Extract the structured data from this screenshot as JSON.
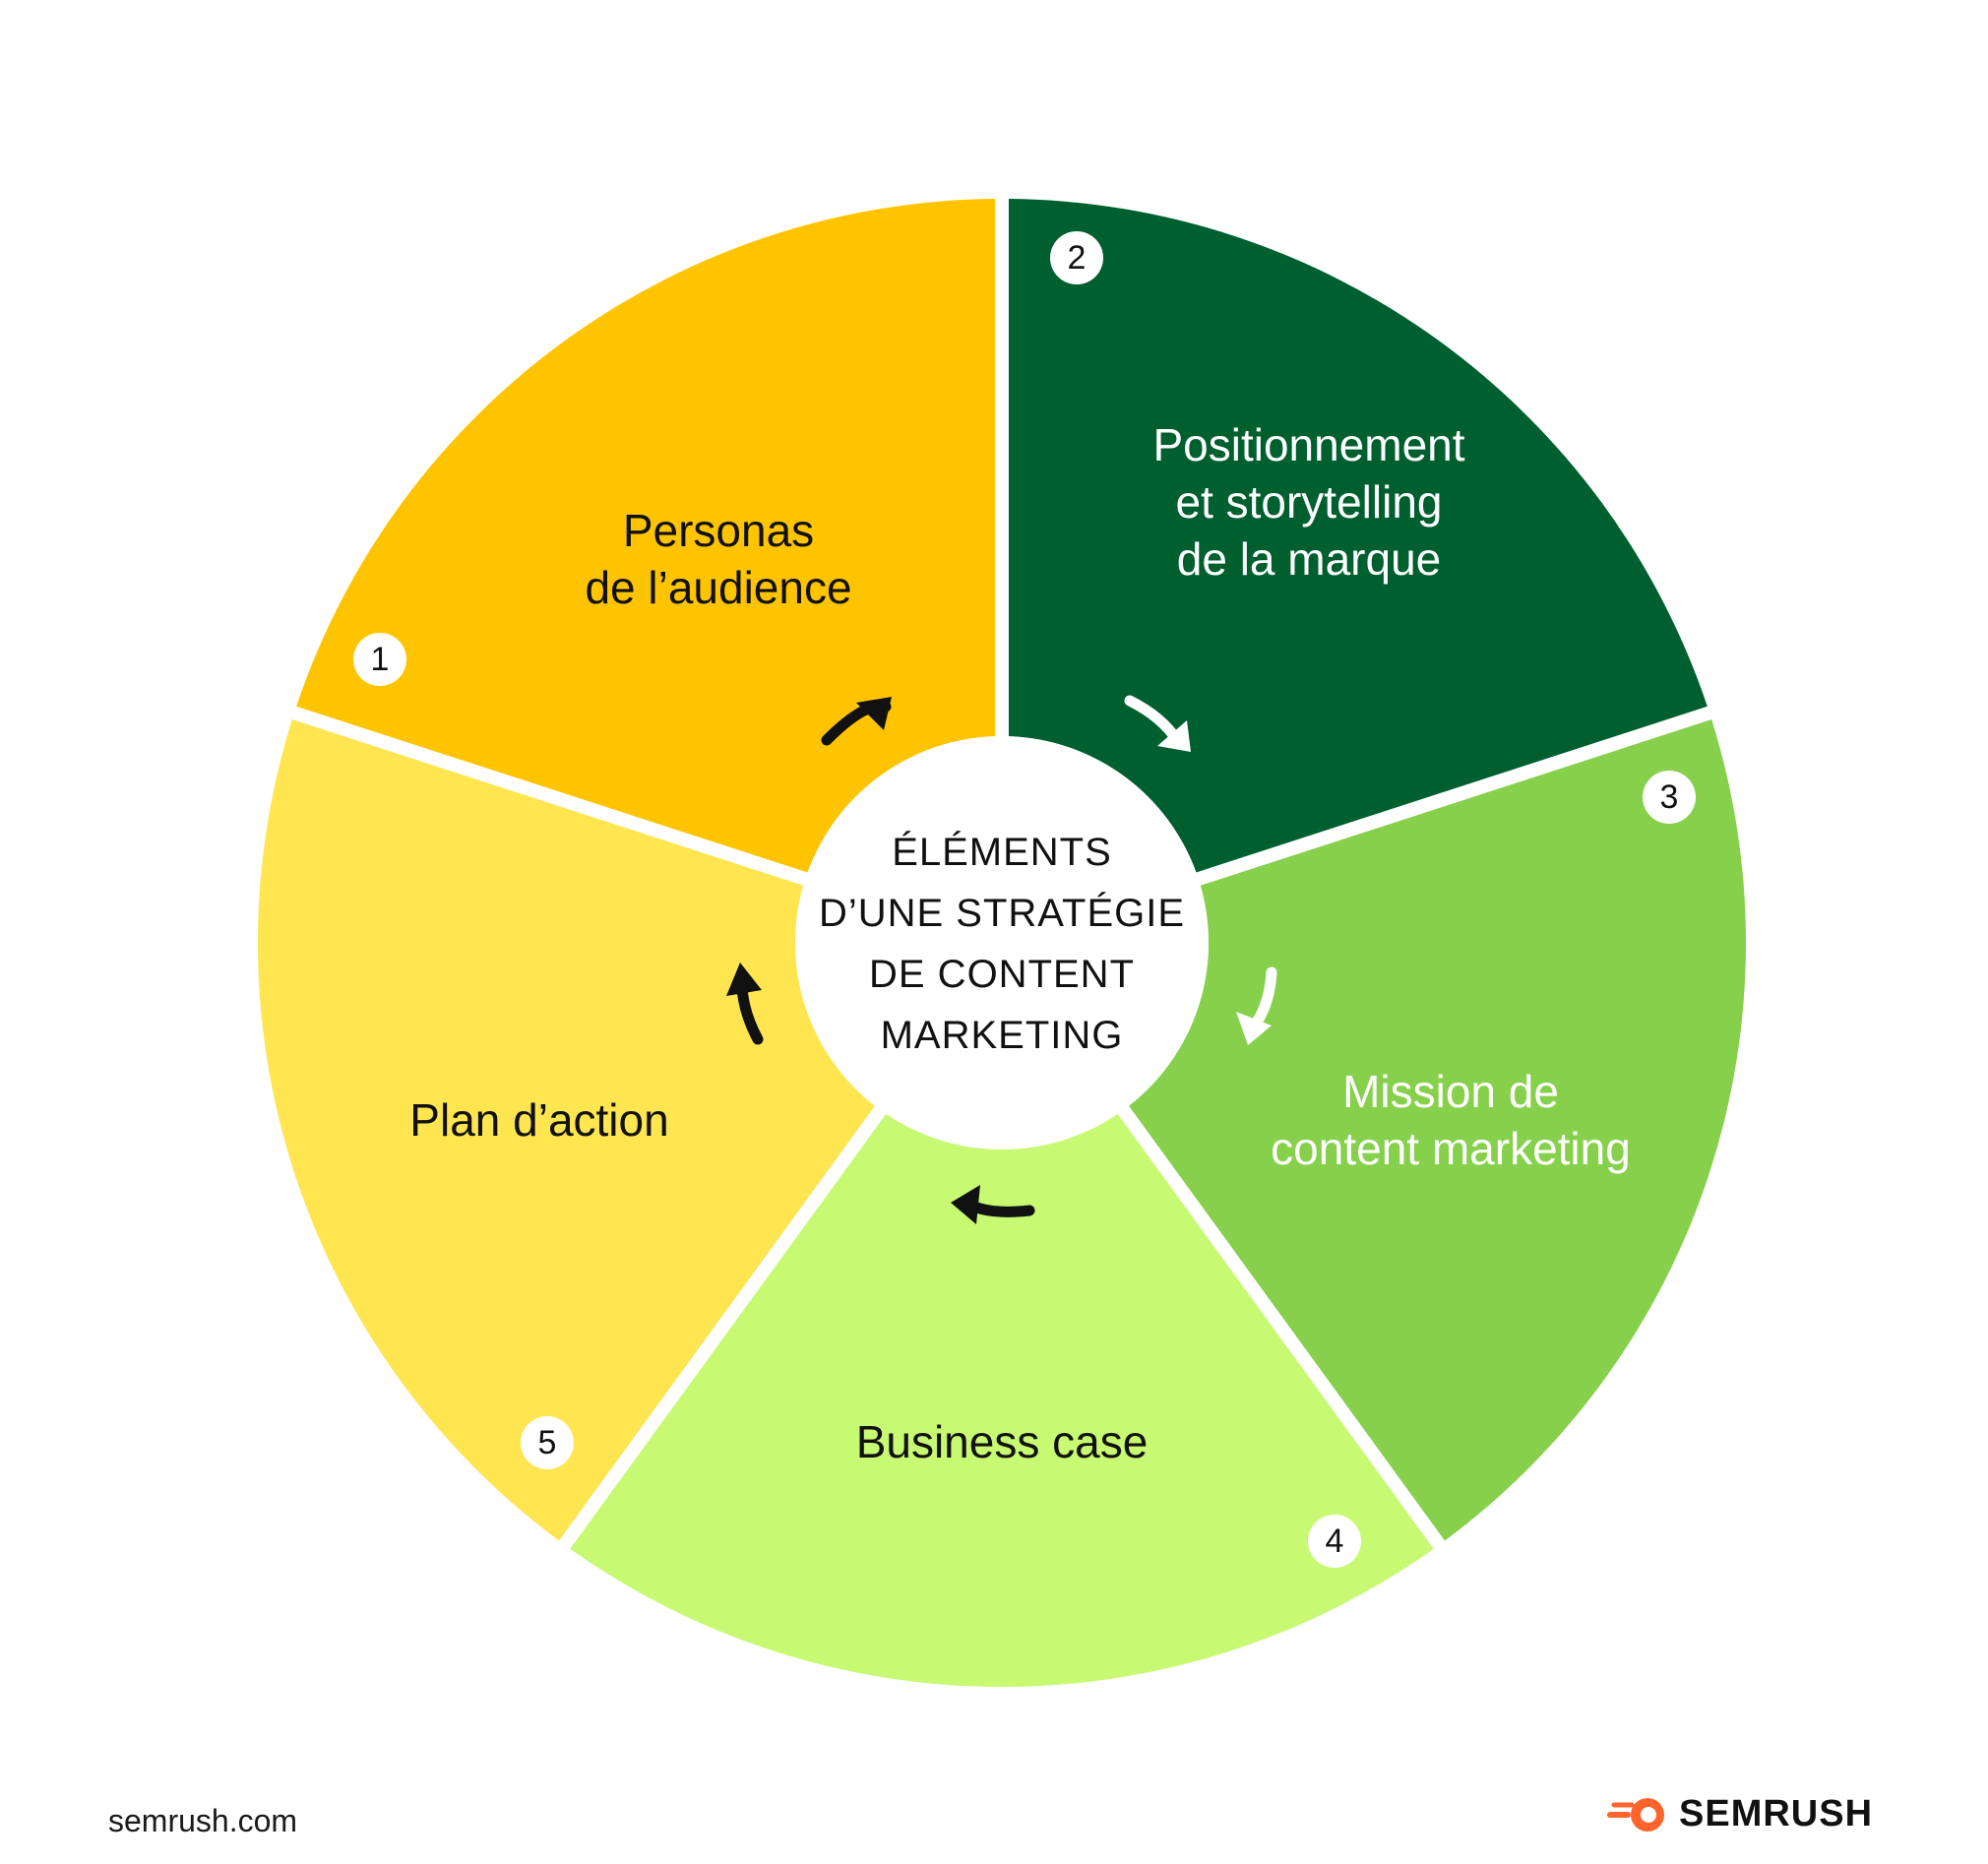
{
  "center_title": [
    "ÉLÉMENTS",
    "D’UNE STRATÉGIE",
    "DE CONTENT",
    "MARKETING"
  ],
  "segments": [
    {
      "number": "1",
      "label": [
        "Personas",
        "de l’audience"
      ],
      "color": "#FFC400",
      "text_color": "#111111",
      "arrow_color": "#111111"
    },
    {
      "number": "2",
      "label": [
        "Positionnement",
        "et storytelling",
        "de la marque"
      ],
      "color": "#005F2F",
      "text_color": "#FFFFFF",
      "arrow_color": "#FFFFFF"
    },
    {
      "number": "3",
      "label": [
        "Mission de",
        "content marketing"
      ],
      "color": "#86D04C",
      "text_color": "#FFFFFF",
      "arrow_color": "#FFFFFF"
    },
    {
      "number": "4",
      "label": [
        "Business case"
      ],
      "color": "#C8F972",
      "text_color": "#111111",
      "arrow_color": "#111111"
    },
    {
      "number": "5",
      "label": [
        "Plan d’action"
      ],
      "color": "#FFE54F",
      "text_color": "#111111",
      "arrow_color": "#111111"
    }
  ],
  "footer": {
    "url": "semrush.com",
    "brand": "SEMRUSH",
    "brand_icon": "semrush-flame-icon",
    "brand_color": "#FF642D"
  }
}
